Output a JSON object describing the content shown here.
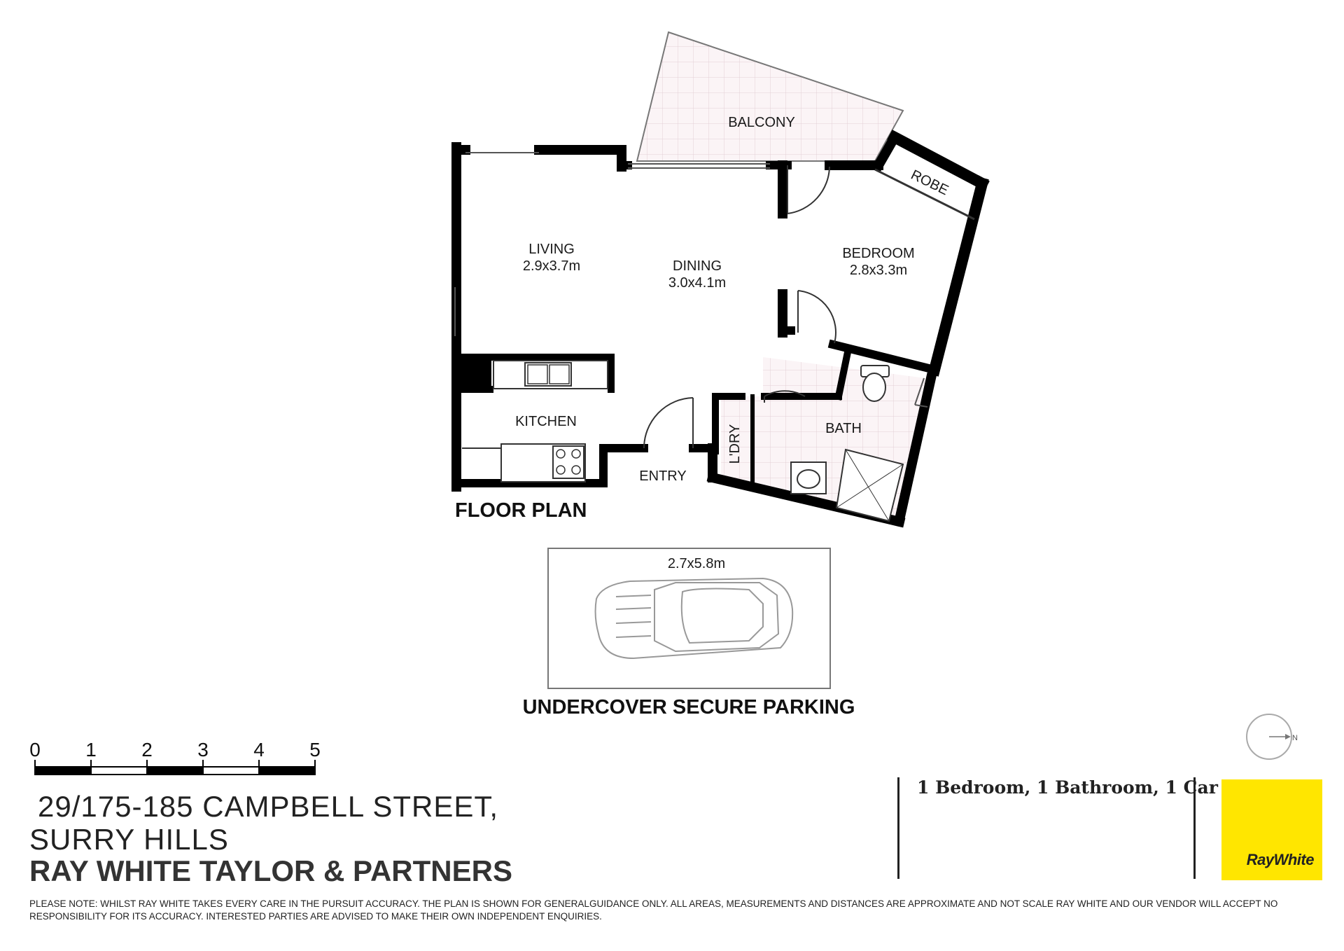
{
  "rooms": {
    "balcony": "BALCONY",
    "robe": "ROBE",
    "living": "LIVING",
    "living_size": "2.9x3.7m",
    "dining": "DINING",
    "dining_size": "3.0x4.1m",
    "bedroom": "BEDROOM",
    "bedroom_size": "2.8x3.3m",
    "kitchen": "KITCHEN",
    "laundry": "L'DRY",
    "bath": "BATH",
    "entry": "ENTRY"
  },
  "floor_plan_title": "FLOOR PLAN",
  "parking": {
    "size": "2.7x5.8m",
    "title": "UNDERCOVER SECURE PARKING"
  },
  "compass_label": "N",
  "scale_bar": [
    "0",
    "1",
    "2",
    "3",
    "4",
    "5"
  ],
  "address": {
    "line1": "29/175-185 CAMPBELL STREET,",
    "line2": "SURRY HILLS"
  },
  "agency": "RAY WHITE TAYLOR & PARTNERS",
  "summary": "1 Bedroom, 1 Bathroom, 1 Car",
  "logo": {
    "text": "RayWhite",
    "color": "#ffe600"
  },
  "disclaimer": "PLEASE NOTE: WHILST RAY WHITE TAKES EVERY CARE IN THE PURSUIT ACCURACY. THE PLAN IS SHOWN FOR GENERALGUIDANCE ONLY. ALL AREAS, MEASUREMENTS AND DISTANCES ARE APPROXIMATE AND NOT SCALE RAY WHITE AND OUR VENDOR WILL ACCEPT NO RESPONSIBILITY FOR ITS ACCURACY. INTERESTED PARTIES ARE ADVISED TO MAKE THEIR OWN INDEPENDENT ENQUIRIES."
}
